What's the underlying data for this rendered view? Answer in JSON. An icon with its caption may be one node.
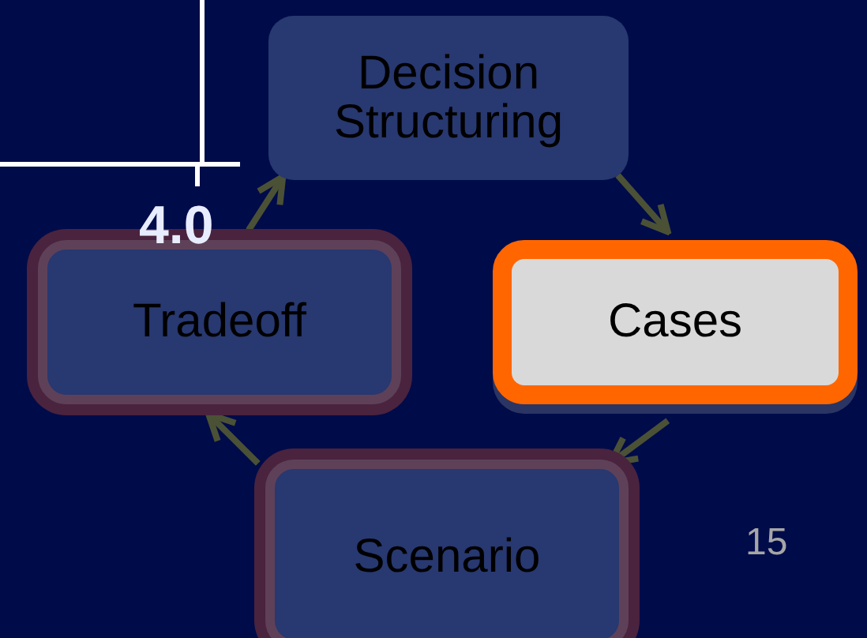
{
  "diagram": {
    "nodes": [
      {
        "text": [
          "Decision Structuring"
        ]
      },
      {
        "text": [
          "Cases"
        ]
      },
      {
        "text": [
          "Scenario"
        ]
      },
      {
        "text": [
          "Tradeoff"
        ]
      }
    ],
    "edges": [
      {
        "from": 0,
        "to": 1,
        "arrow": "to"
      },
      {
        "from": 1,
        "to": 2,
        "arrow": "to"
      },
      {
        "from": 2,
        "to": 3,
        "arrow": "to"
      },
      {
        "from": 3,
        "to": 0,
        "arrow": "to"
      }
    ],
    "labels": [
      "4.0",
      "15"
    ]
  }
}
